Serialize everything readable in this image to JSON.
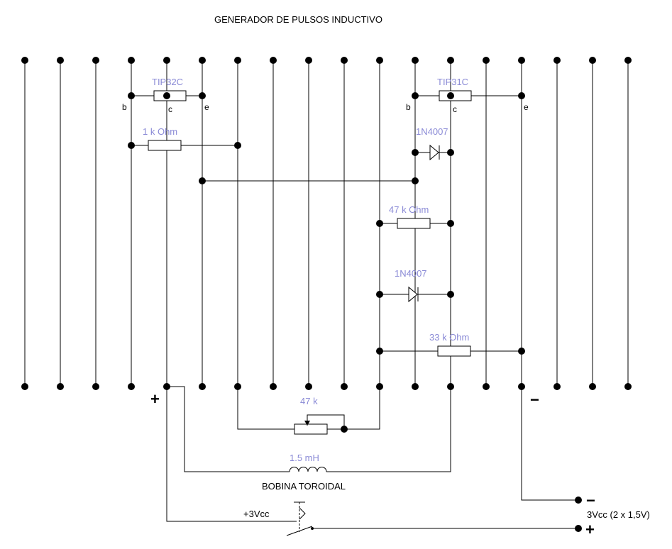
{
  "title": "GENERADOR DE PULSOS INDUCTIVO",
  "components": {
    "q1": {
      "name": "TIP32C",
      "b": "b",
      "c": "c",
      "e": "e"
    },
    "q2": {
      "name": "TIP31C",
      "b": "b",
      "c": "c",
      "e": "e"
    },
    "r1": "1 k Ohm",
    "d1": "1N4007",
    "r2": "47 k Ohm",
    "d2": "1N4007",
    "r3": "33 k Ohm",
    "pot": "47 k",
    "coil_value": "1.5 mH",
    "coil_name": "BOBINA TOROIDAL"
  },
  "power": {
    "plus_sign": "+",
    "minus_sign": "−",
    "switch_label": "+3Vcc",
    "battery_label": "3Vcc (2 x 1,5V)"
  },
  "colors": {
    "component_label": "#8a8ad6",
    "wire": "#000000"
  }
}
